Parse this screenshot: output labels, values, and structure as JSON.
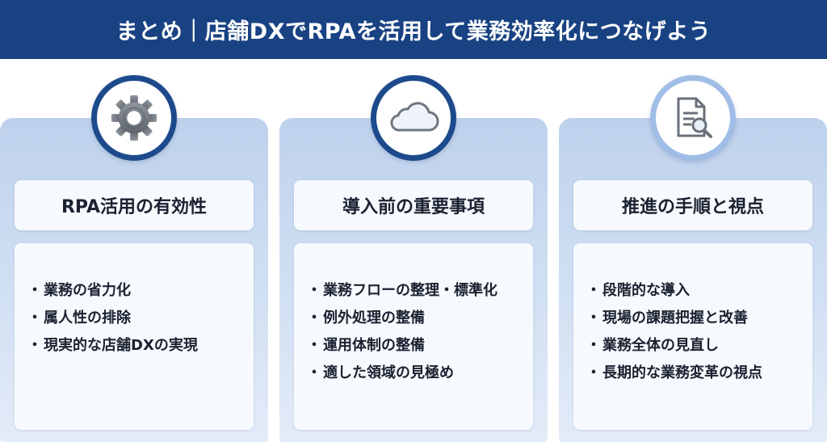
{
  "banner": {
    "title": "まとめ｜店舗DXでRPAを活用して業務効率化につなげよう"
  },
  "colors": {
    "banner_bg": "#194283",
    "panel_bg": "#c8d8ef",
    "ring": "#1d4a8c",
    "ring_light": "#9fbde6"
  },
  "panels": [
    {
      "icon": "gear-icon",
      "heading": "RPA活用の有効性",
      "items": [
        "業務の省力化",
        "属人性の排除",
        "現実的な店舗DXの実現"
      ]
    },
    {
      "icon": "cloud-icon",
      "heading": "導入前の重要事項",
      "items": [
        "業務フローの整理・標準化",
        "例外処理の整備",
        "運用体制の整備",
        "適した領域の見極め"
      ]
    },
    {
      "icon": "document-search-icon",
      "heading": "推進の手順と視点",
      "items": [
        "段階的な導入",
        "現場の課題把握と改善",
        "業務全体の見直し",
        "長期的な業務変革の視点"
      ]
    }
  ]
}
